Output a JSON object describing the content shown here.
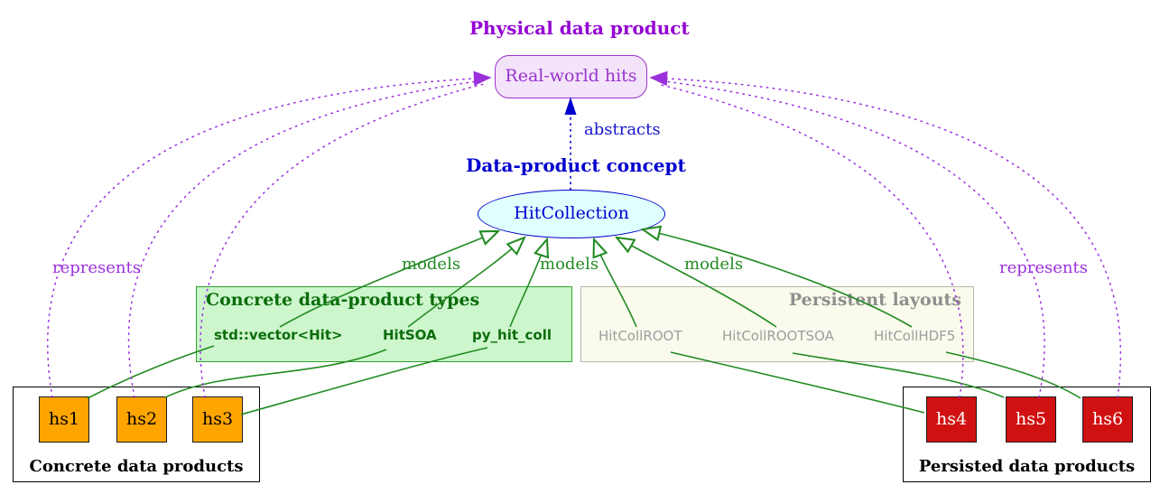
{
  "diagram": {
    "physical_title": "Physical data product",
    "realworld_node": "Real-world hits",
    "abstracts_label": "abstracts",
    "concept_title": "Data-product concept",
    "concept_node": "HitCollection",
    "models_labels": [
      "models",
      "models",
      "models"
    ],
    "represents_labels": [
      "represents",
      "represents"
    ],
    "concrete_types": {
      "title": "Concrete data-product types",
      "items": [
        "std::vector<Hit>",
        "HitSOA",
        "py_hit_coll"
      ]
    },
    "persistent_layouts": {
      "title": "Persistent layouts",
      "items": [
        "HitCollROOT",
        "HitCollROOTSOA",
        "HitCollHDF5"
      ]
    },
    "concrete_products": {
      "caption": "Concrete data products",
      "items": [
        "hs1",
        "hs2",
        "hs3"
      ]
    },
    "persisted_products": {
      "caption": "Persisted data products",
      "items": [
        "hs4",
        "hs5",
        "hs6"
      ]
    },
    "colors": {
      "purple_title": "#9400D3",
      "purple_edge": "#9B30DC",
      "purple_node_bg": "#F3E4FA",
      "blue": "#0000CD",
      "ellipse_bg": "#E0FFFF",
      "green_edge": "#228B22",
      "green_text": "#0B6C0B",
      "green_panel_bg": "#CDF6CD",
      "gray_text": "#8F8F8F",
      "beige_panel_bg": "#FAFAED",
      "orange_node": "#FFA500",
      "red_node": "#D01111"
    }
  }
}
